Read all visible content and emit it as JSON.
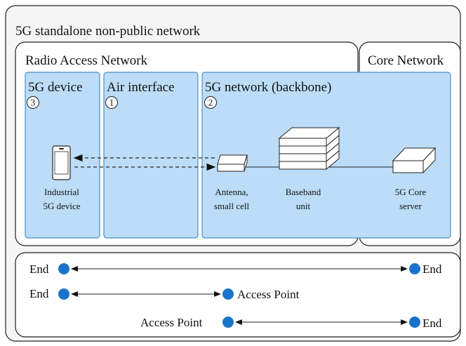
{
  "outer_title": "5G standalone non-public network",
  "ran_title": "Radio Access Network",
  "core_title": "Core Network",
  "sections": {
    "device": {
      "title": "5G device",
      "number": "3"
    },
    "air": {
      "title": "Air interface",
      "number": "1"
    },
    "backbone": {
      "title": "5G network (backbone)",
      "number": "2"
    }
  },
  "components": {
    "device_line1": "Industrial",
    "device_line2": "5G device",
    "antenna_line1": "Antenna,",
    "antenna_line2": "small cell",
    "baseband_line1": "Baseband",
    "baseband_line2": "unit",
    "core_line1": "5G Core",
    "core_line2": "server"
  },
  "legend": {
    "row1_left": "End",
    "row1_right": "End",
    "row2_left": "End",
    "row2_right": "Access Point",
    "row3_left": "Access Point",
    "row3_right": "End"
  },
  "colors": {
    "panel_fill": "#bcdcf7",
    "panel_stroke": "#4a8fc9",
    "dot": "#1a73c9",
    "border": "#222222",
    "outer_fill": "#f5f5f5"
  }
}
